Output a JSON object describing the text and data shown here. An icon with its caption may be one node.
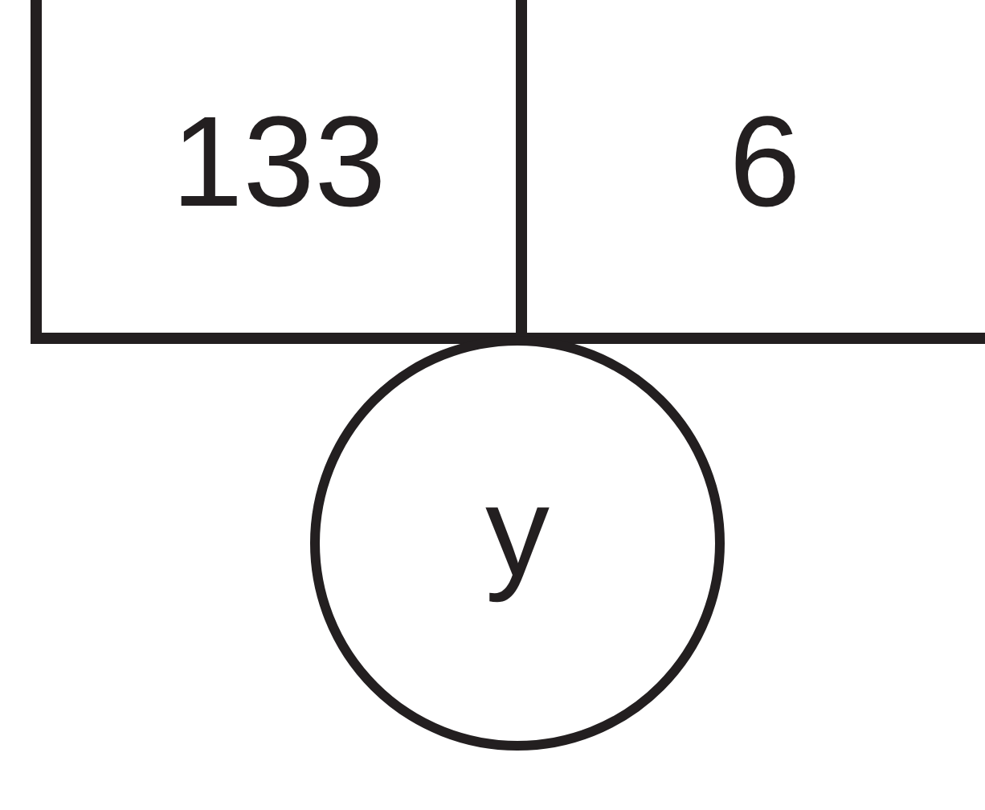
{
  "diagram": {
    "nodes": [
      {
        "text": [
          "133"
        ]
      },
      {
        "text": [
          "6"
        ]
      },
      {
        "text": [
          "y"
        ]
      }
    ]
  }
}
